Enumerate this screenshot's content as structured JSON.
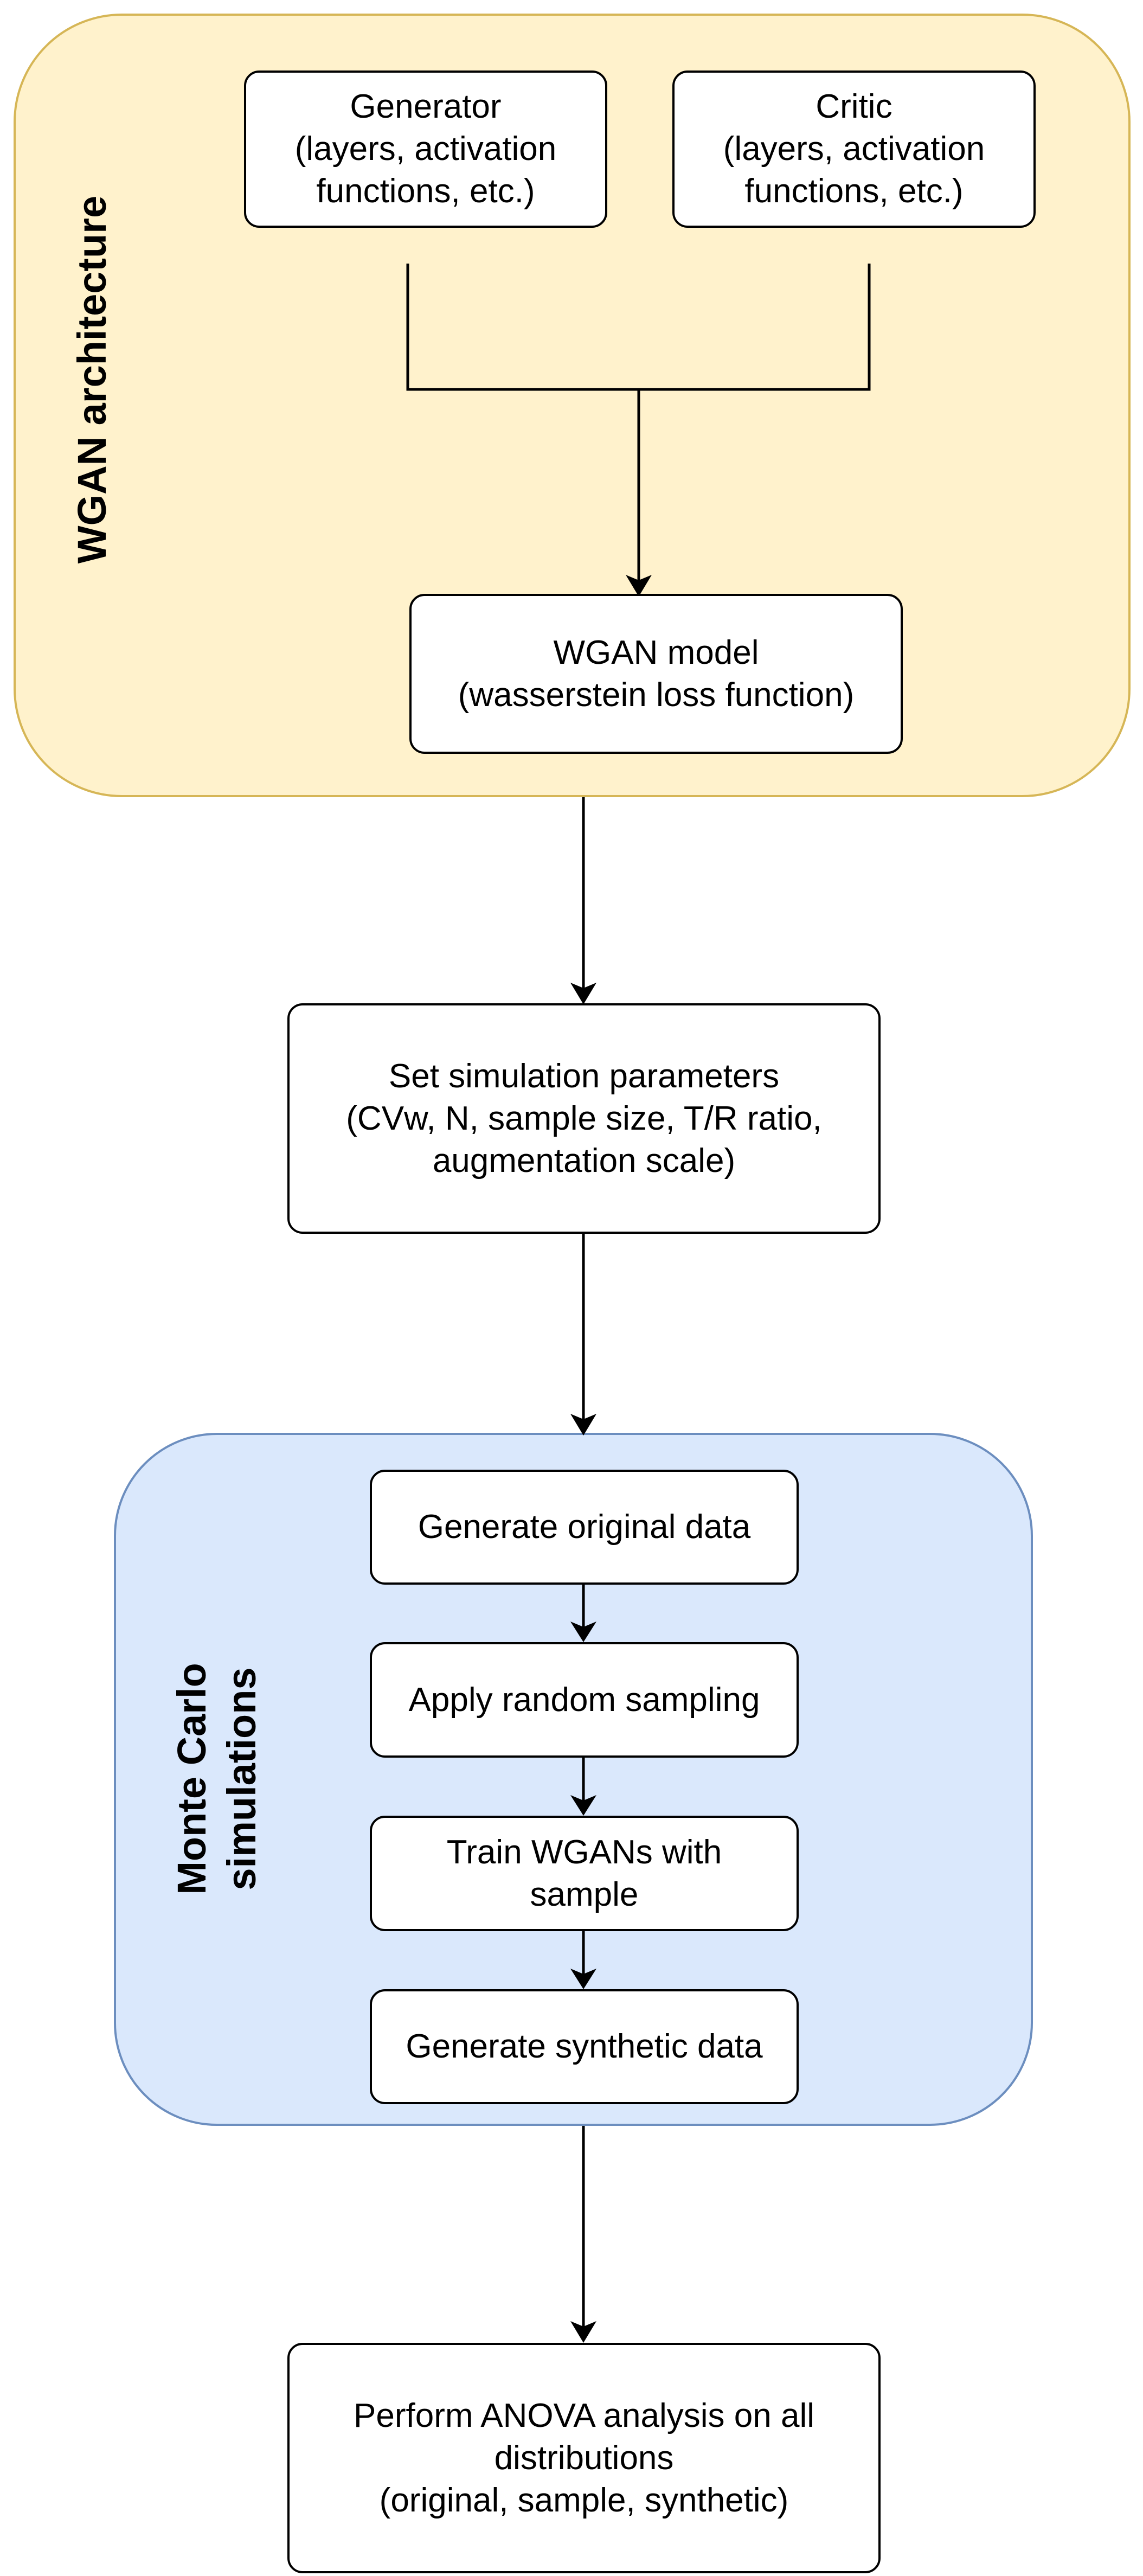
{
  "groups": {
    "wgan_architecture": "WGAN architecture",
    "monte_carlo": "Monte Carlo\nsimulations"
  },
  "nodes": {
    "generator": "Generator\n(layers, activation\nfunctions, etc.)",
    "critic": "Critic\n(layers, activation\nfunctions, etc.)",
    "wgan_model": "WGAN model\n(wasserstein loss function)",
    "set_params": "Set simulation parameters\n(CVw, N, sample size, T/R ratio,\naugmentation scale)",
    "generate_original": "Generate original data",
    "random_sampling": "Apply random sampling",
    "train_wgans": "Train WGANs with\nsample",
    "generate_synthetic": "Generate synthetic data",
    "anova": "Perform ANOVA analysis on all\ndistributions\n(original, sample, synthetic)"
  },
  "colors": {
    "wgan_fill": "#fff2cc",
    "wgan_stroke": "#d6b656",
    "mc_fill": "#dae8fc",
    "mc_stroke": "#6c8ebf",
    "box_fill": "#ffffff",
    "line": "#000000"
  }
}
